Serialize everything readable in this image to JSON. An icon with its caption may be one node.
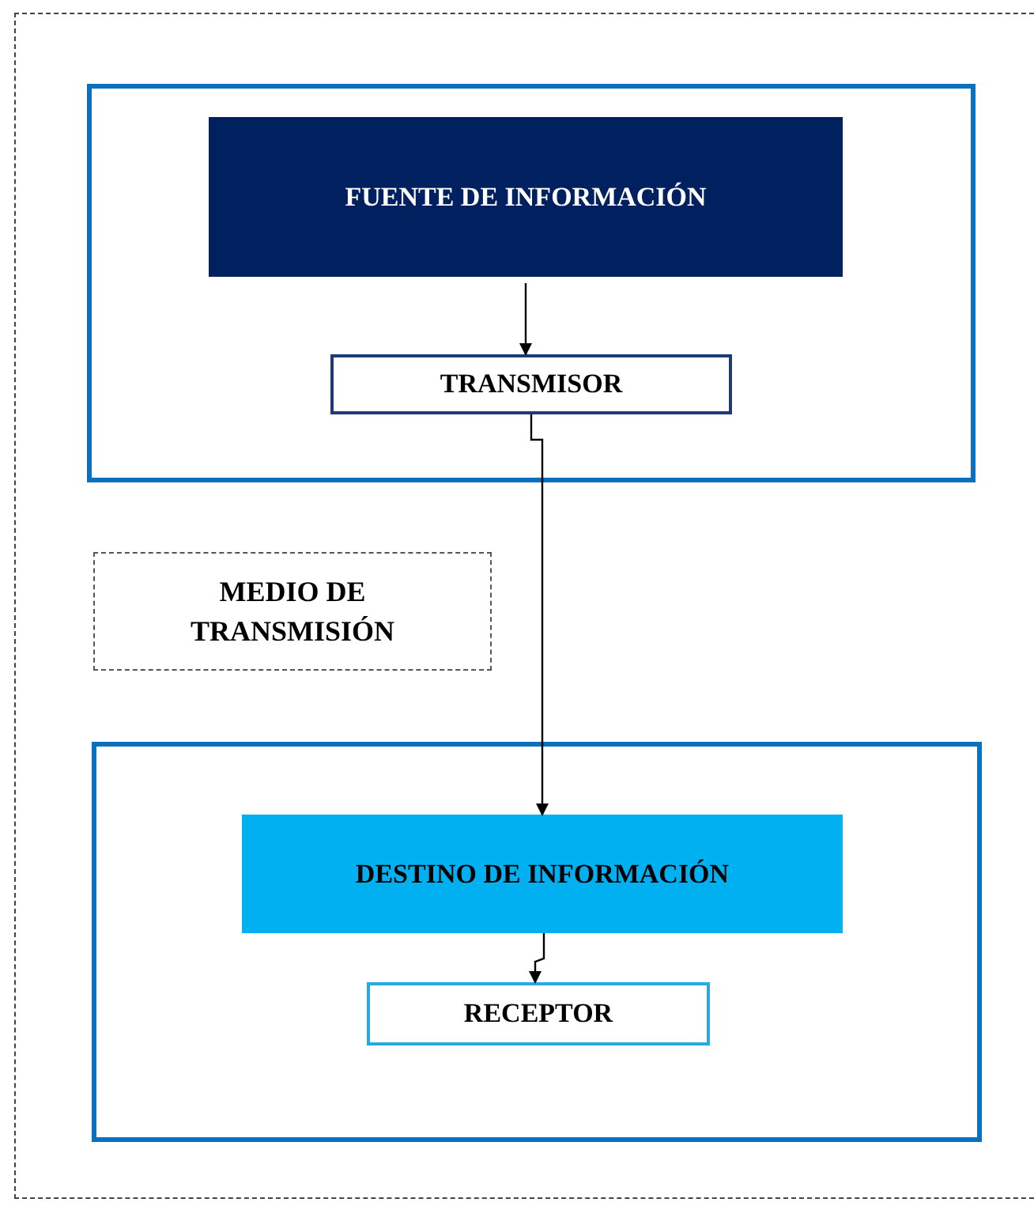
{
  "diagram": {
    "nodes": [
      {
        "text": [],
        "shape": "box"
      },
      {
        "text": [
          "FUENTE DE INFORMACIÓN"
        ],
        "in": 0
      },
      {
        "text": [
          "TRANSMISOR"
        ],
        "in": 0
      },
      {
        "text": [
          "MEDIO DE TRANSMISIÓN"
        ]
      },
      {
        "text": [],
        "shape": "box"
      },
      {
        "text": [
          "DESTINO DE INFORMACIÓN"
        ],
        "in": 4
      },
      {
        "text": [
          "RECEPTOR"
        ],
        "in": 4
      }
    ],
    "edges": [
      {
        "from": 1,
        "to": 2,
        "arrow": "to"
      },
      {
        "from": 2,
        "to": 5,
        "arrow": "to"
      },
      {
        "from": 5,
        "to": 6,
        "arrow": "to"
      }
    ]
  }
}
